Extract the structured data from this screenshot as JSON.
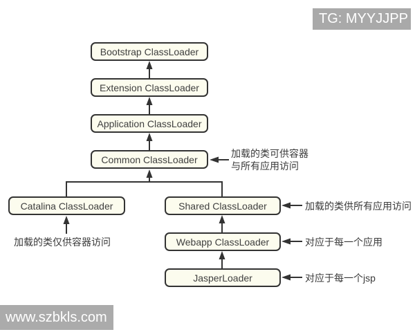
{
  "badges": {
    "tg": "TG: MYYJJPP",
    "watermark": "www.szbkls.com"
  },
  "diagram": {
    "nodes": {
      "bootstrap": {
        "label": "Bootstrap ClassLoader"
      },
      "extension": {
        "label": "Extension ClassLoader"
      },
      "application": {
        "label": "Application ClassLoader"
      },
      "common": {
        "label": "Common ClassLoader"
      },
      "catalina": {
        "label": "Catalina ClassLoader"
      },
      "shared": {
        "label": "Shared ClassLoader"
      },
      "webapp": {
        "label": "Webapp ClassLoader"
      },
      "jasper": {
        "label": "JasperLoader"
      }
    },
    "annotations": {
      "common": {
        "line1": "加载的类可供容器",
        "line2": "与所有应用访问"
      },
      "catalina": {
        "text": "加载的类仅供容器访问"
      },
      "shared": {
        "text": "加载的类供所有应用访问"
      },
      "webapp": {
        "text": "对应于每一个应用"
      },
      "jasper": {
        "text": "对应于每一个jsp"
      }
    },
    "colors": {
      "box_fill": "#fcfcee",
      "box_border": "#333333",
      "arrow": "#333333",
      "node_text": "#3f3f3f",
      "badge_bg": "#a9a9a9",
      "badge_text": "#ffffff"
    }
  }
}
